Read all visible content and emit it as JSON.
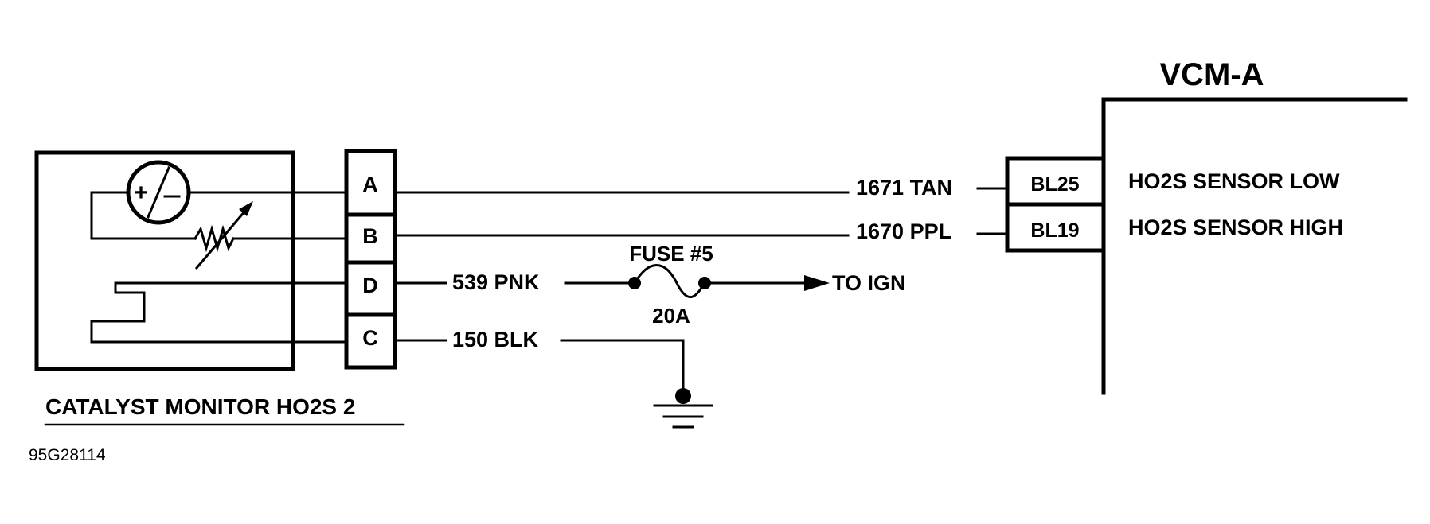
{
  "module": {
    "name": "VCM-A",
    "pins": [
      {
        "pin": "BL25",
        "function": "HO2S SENSOR LOW"
      },
      {
        "pin": "BL19",
        "function": "HO2S SENSOR HIGH"
      }
    ]
  },
  "sensor": {
    "name": "CATALYST MONITOR HO2S 2",
    "symbol": "+/−",
    "connector_pins": [
      "A",
      "B",
      "D",
      "C"
    ]
  },
  "wires": [
    {
      "pin": "A",
      "label": "1671 TAN"
    },
    {
      "pin": "B",
      "label": "1670 PPL"
    },
    {
      "pin": "D",
      "label": "539 PNK"
    },
    {
      "pin": "C",
      "label": "150 BLK"
    }
  ],
  "fuse": {
    "label": "FUSE #5",
    "rating": "20A",
    "destination": "TO IGN"
  },
  "ground": {
    "icon": "ground-icon"
  },
  "figure_id": "95G28114"
}
